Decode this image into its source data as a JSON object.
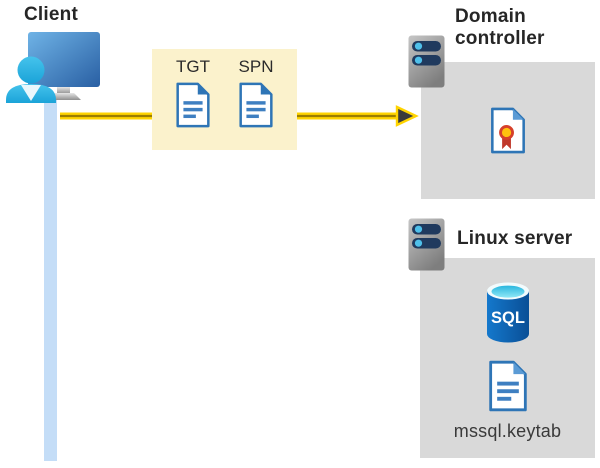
{
  "client": {
    "label": "Client"
  },
  "tokens": {
    "items": [
      {
        "label": "TGT"
      },
      {
        "label": "SPN"
      }
    ]
  },
  "domain_controller": {
    "label": "Domain controller"
  },
  "linux_server": {
    "label": "Linux server",
    "database_label": "SQL",
    "keytab_label": "mssql.keytab"
  },
  "colors": {
    "arrow_yellow": "#FFD400",
    "arrow_core": "#9C7E00",
    "arrowhead_dark": "#3B3B3B",
    "token_box_bg": "#FBF2CC",
    "panel_gray": "#D9D9D9",
    "doc_border_blue": "#2E75B6",
    "doc_fold_light_blue": "#5B9BD5",
    "rod_light_blue": "#C4DDF7",
    "person_cyan": "#2FB7E5",
    "monitor_blue": "#3D7FC1",
    "server_pill_navy": "#203A5E",
    "server_dot_cyan": "#4FC0EA",
    "sql_body_blue": "#0A60AA",
    "sql_top_cyan": "#49CBE9",
    "cert_ribbon_red": "#D6402B",
    "cert_ribbon_yellow": "#FFC20E",
    "text_dark": "#262626"
  }
}
